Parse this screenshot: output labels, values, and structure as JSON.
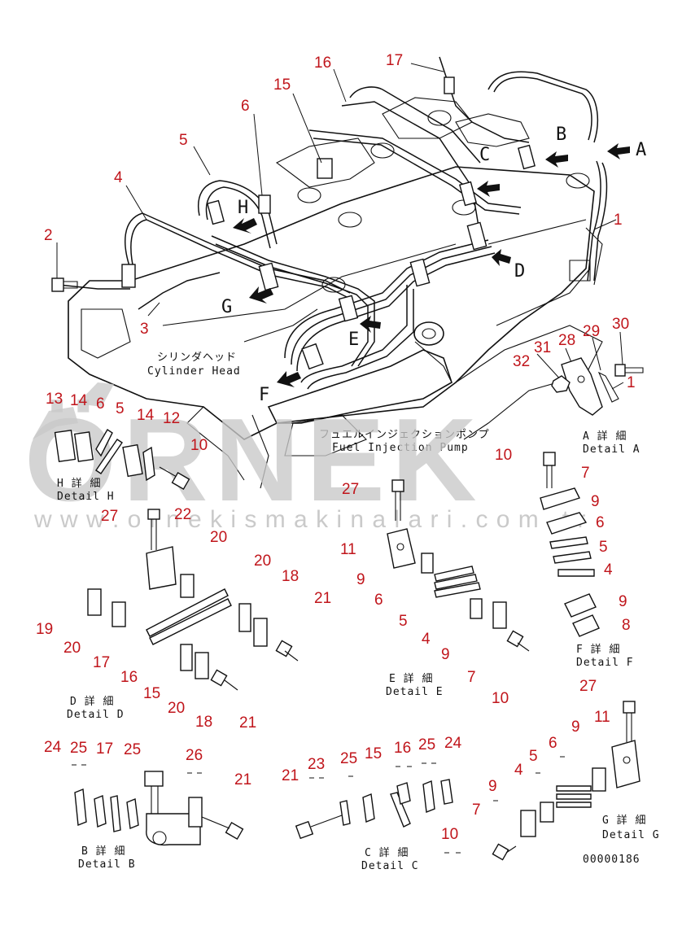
{
  "labels": {
    "cylinder_head_jp": "シリンダヘッド",
    "cylinder_head_en": "Cylinder Head",
    "fuel_pump_jp": "フュエルインジェクションポンプ",
    "fuel_pump_en": "Fuel Injection Pump",
    "drawing_number": "00000186"
  },
  "view_letters": [
    "A",
    "B",
    "C",
    "D",
    "E",
    "F",
    "G",
    "H"
  ],
  "details": {
    "a": {
      "jp": "A 詳 細",
      "en": "Detail A"
    },
    "b": {
      "jp": "B 詳 細",
      "en": "Detail B"
    },
    "c": {
      "jp": "C 詳 細",
      "en": "Detail C"
    },
    "d": {
      "jp": "D 詳 細",
      "en": "Detail D"
    },
    "e": {
      "jp": "E 詳 細",
      "en": "Detail E"
    },
    "f": {
      "jp": "F 詳 細",
      "en": "Detail F"
    },
    "g": {
      "jp": "G 詳 細",
      "en": "Detail G"
    },
    "h": {
      "jp": "H 詳 細",
      "en": "Detail H"
    }
  },
  "watermark": {
    "brand": "ÖRNEK",
    "url": "w w w . o r n e k i s m a k i n a l a r i . c o m . t r"
  },
  "part_numbers": {
    "main": [
      "1",
      "2",
      "3",
      "4",
      "5",
      "6",
      "15",
      "16",
      "17"
    ],
    "detail_a": [
      "31",
      "28",
      "29",
      "30",
      "32",
      "1"
    ],
    "detail_h": [
      "13",
      "14",
      "6",
      "5",
      "14",
      "12",
      "10"
    ],
    "detail_e_top": [
      "10",
      "7",
      "27",
      "9",
      "6",
      "11",
      "5",
      "4",
      "9",
      "8"
    ],
    "detail_d": [
      "27",
      "22",
      "20",
      "20",
      "18",
      "21",
      "19",
      "20",
      "17",
      "16",
      "15",
      "20",
      "18",
      "21"
    ],
    "detail_e": [
      "9",
      "6",
      "5",
      "4",
      "9",
      "7",
      "10"
    ],
    "detail_g": [
      "27",
      "11",
      "9",
      "6",
      "5",
      "4",
      "9",
      "7",
      "10"
    ],
    "detail_b": [
      "24",
      "25",
      "17",
      "25",
      "26",
      "21"
    ],
    "detail_c": [
      "21",
      "23",
      "25",
      "15",
      "16",
      "25",
      "24"
    ]
  }
}
